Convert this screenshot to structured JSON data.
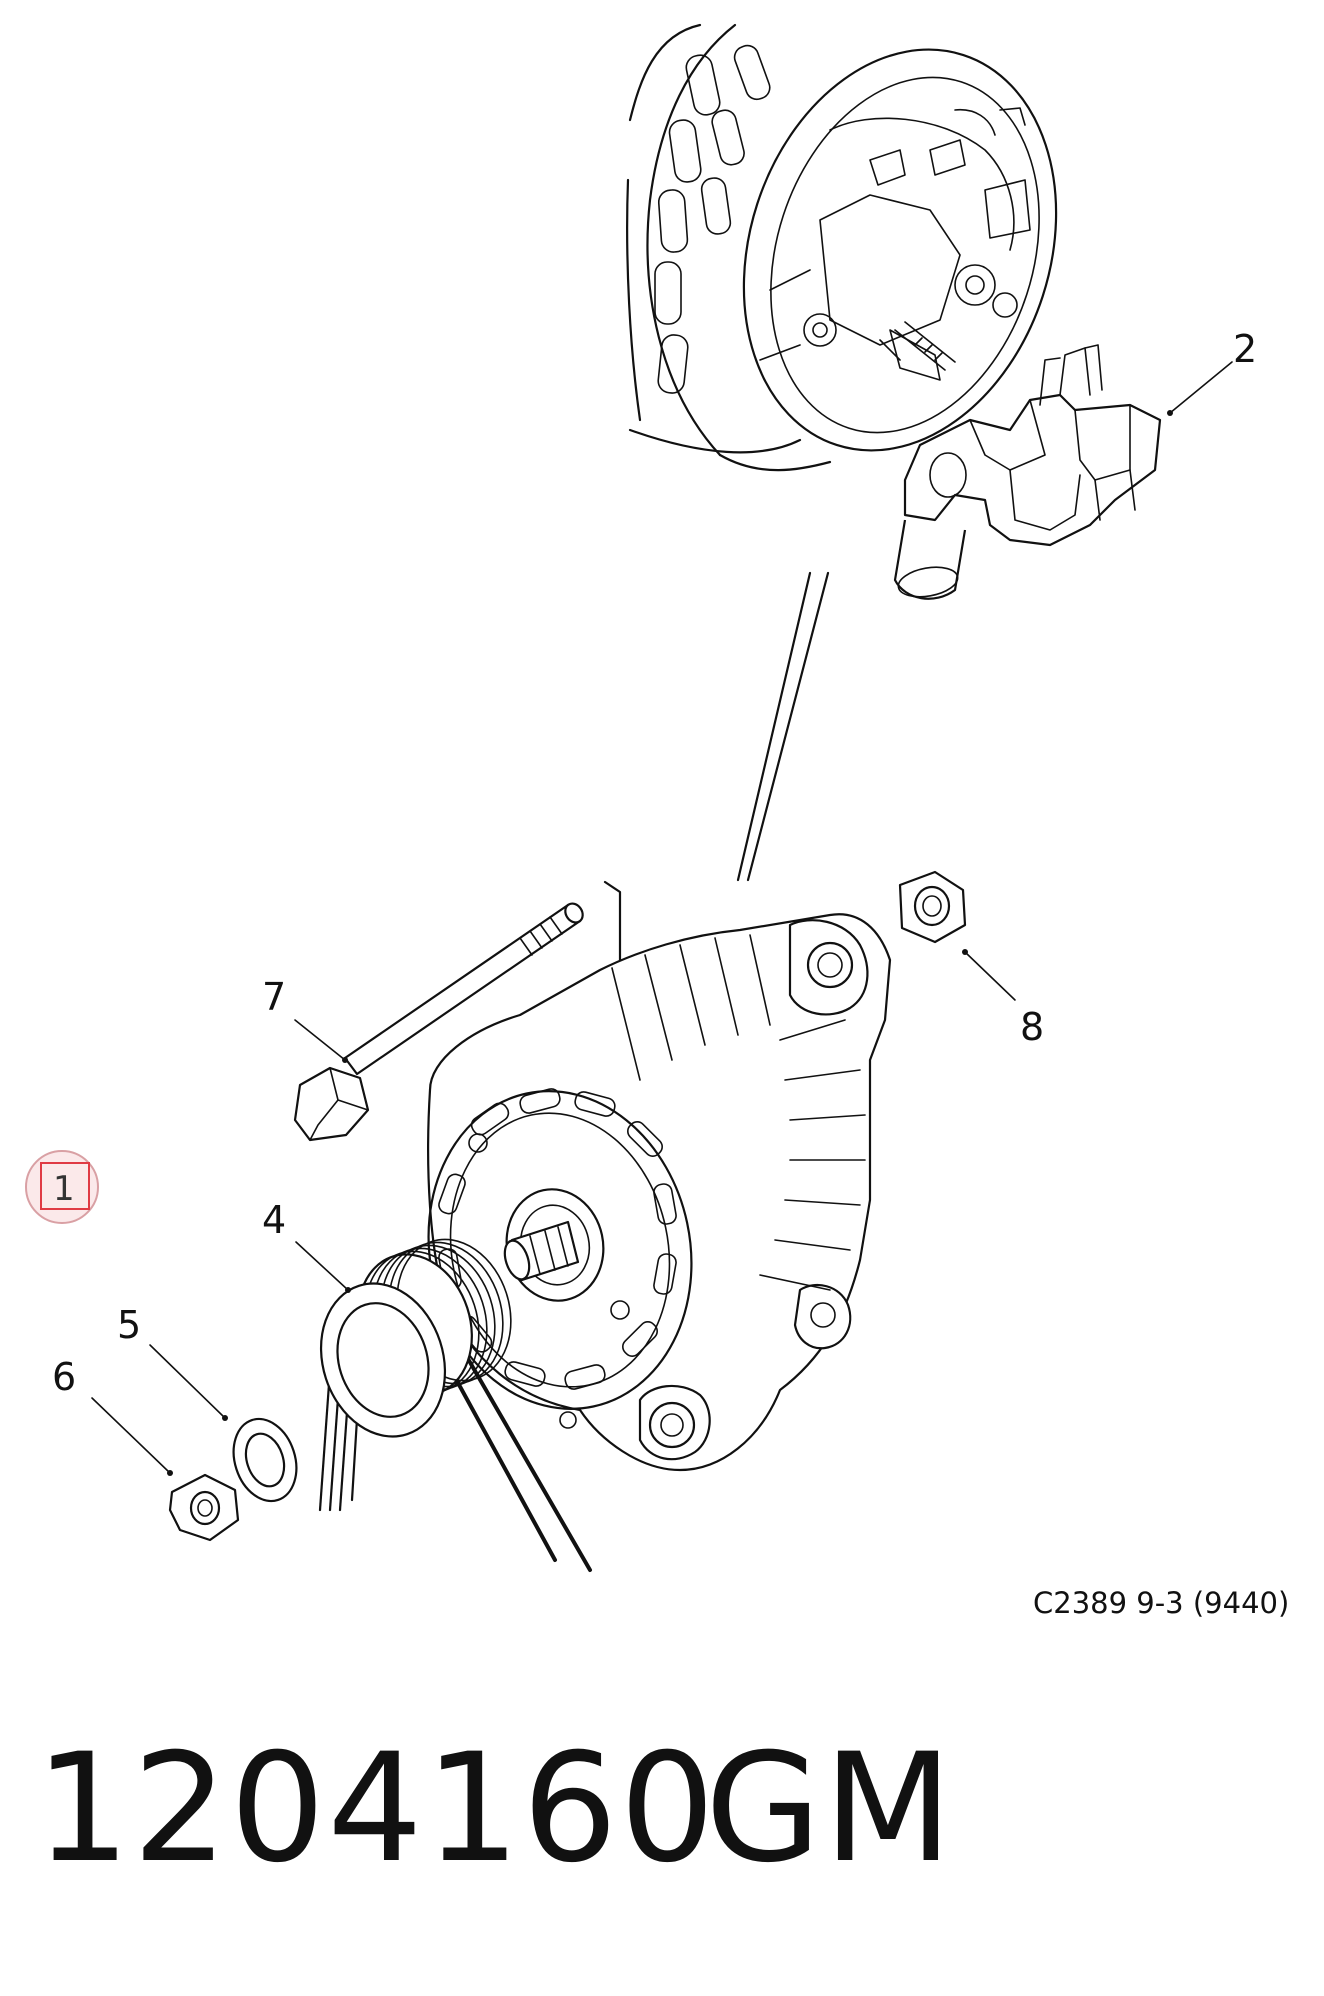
{
  "callouts": {
    "c1": "1",
    "c2": "2",
    "c4": "4",
    "c5": "5",
    "c6": "6",
    "c7": "7",
    "c8": "8"
  },
  "reference_code": "C2389 9-3 (9440)",
  "part_number": "1204160",
  "brand": "GM",
  "highlight_color": "#e03a44"
}
